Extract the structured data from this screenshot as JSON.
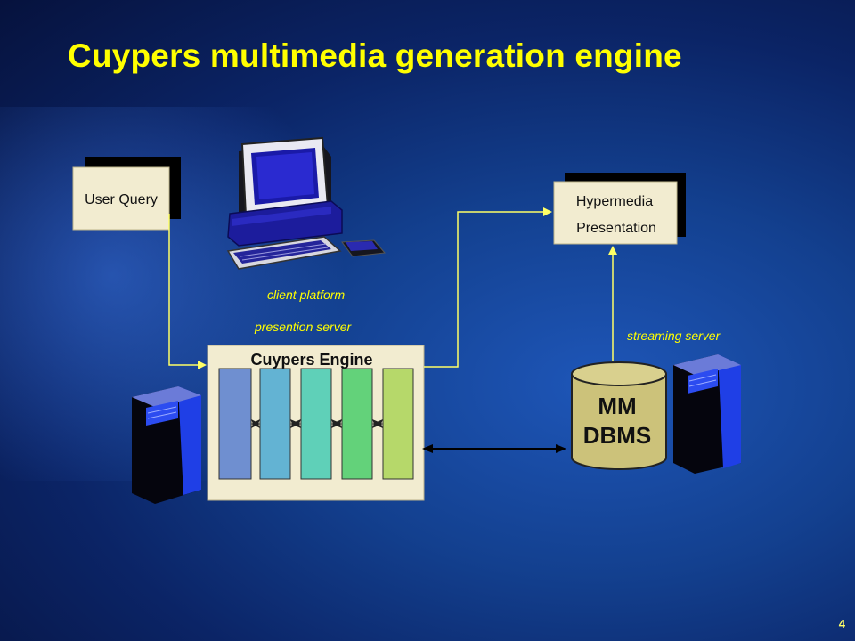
{
  "slide": {
    "title": "Cuypers multimedia generation engine",
    "page_number": "4"
  },
  "diagram": {
    "user_query": "User Query",
    "client_platform_label": "client platform",
    "presentation_server_label": "presention server",
    "engine_title": "Cuypers Engine",
    "hypermedia_line1": "Hypermedia",
    "hypermedia_line2": "Presentation",
    "streaming_server_label": "streaming server",
    "dbms_line1": "MM",
    "dbms_line2": "DBMS"
  },
  "colors": {
    "title": "#ffff00",
    "connector": "#ffff66",
    "box_fill": "#f2ecd0",
    "dbms_fill": "#ccc27a",
    "pipeline_stages": [
      "#6f8fd0",
      "#63b3d3",
      "#5fd0b8",
      "#63d27a",
      "#b6d86a"
    ]
  },
  "icons": [
    "desktop-computer-icon",
    "server-tower-icon",
    "server-tower-icon",
    "database-cylinder-icon"
  ]
}
